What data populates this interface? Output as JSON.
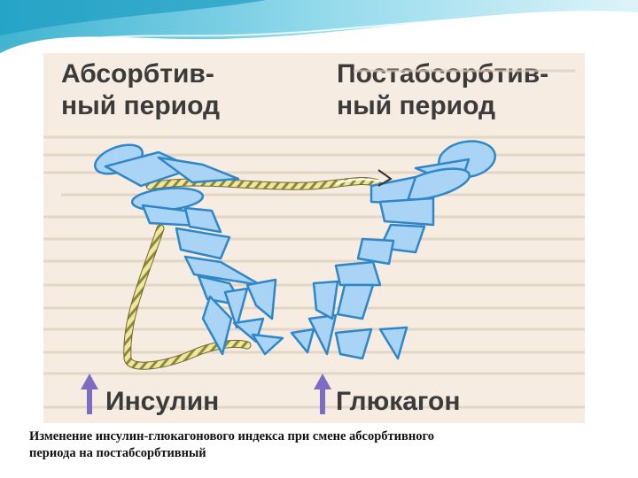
{
  "header": {
    "left_line1": "Абсорбтив-",
    "left_line2": "ный период",
    "right_line1": "Постабсорбтив-",
    "right_line2": "ный период"
  },
  "labels": {
    "insulin": "Инсулин",
    "glucagon": "Глюкагон"
  },
  "caption": {
    "line1": "Изменение инсулин-глюкагонового индекса при смене абсорбтивного",
    "line2": "периода на постабсорбтивный"
  },
  "colors": {
    "shape_fill": "#a9d4f5",
    "shape_stroke": "#2f86c8",
    "arrow": "#7d6cc4",
    "chain": "#e0d47a",
    "figure_bg": "#f6ece2"
  }
}
